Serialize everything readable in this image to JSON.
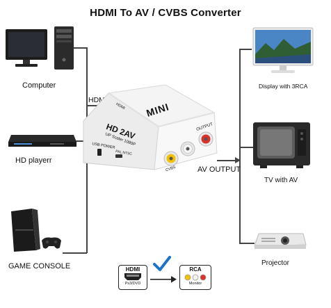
{
  "title": "HDMI To AV / CVBS Converter",
  "sources": {
    "computer": "Computer",
    "player": "HD playerr",
    "console": "GAME CONSOLE"
  },
  "outputs": {
    "display": "Display with 3RCA",
    "tv": "TV with AV",
    "projector": "Projector"
  },
  "connections": {
    "hdmi_input": "HDMI INPUT",
    "av_output": "AV OUTPUT"
  },
  "device": {
    "brand": "MINI",
    "model": "HD 2AV",
    "scaler": "UP Scaler 1080P",
    "power_label": "USB POWER",
    "switch_label": "PAL NTSC",
    "output_label": "OUTPUT",
    "input_label": "HDMI",
    "cvbs_label": "CVBS"
  },
  "bottom_diagram": {
    "hdmi_label": "HDMI",
    "hdmi_sub": "Ps3/DVD",
    "rca_label": "RCA",
    "rca_sub": "Monitor"
  },
  "colors": {
    "line": "#444444",
    "check": "#1a73c8",
    "rca_white": "#f3f3f3",
    "rca_yellow": "#f2c200",
    "rca_red": "#d7322c"
  }
}
